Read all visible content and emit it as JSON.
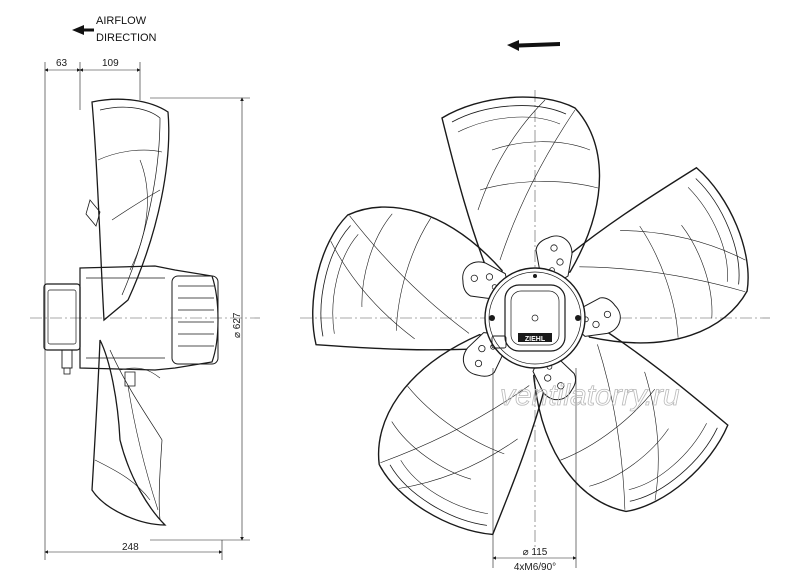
{
  "airflow": {
    "line1": "AIRFLOW",
    "line2": "DIRECTION"
  },
  "dimensions": {
    "hub_depth": "63",
    "blade_depth": "109",
    "overall_length": "248",
    "diameter": "⌀ 627",
    "hub_diameter": "⌀ 115",
    "mounting": "4xM6/90°"
  },
  "brand_badge": "ZIEHL",
  "watermark": "ventilatorry.ru",
  "colors": {
    "line": "#1a1a1a",
    "centerline": "#555555",
    "watermark": "#b9b9b9"
  },
  "icons": {
    "airflow_arrow": "arrow-left-icon",
    "rotation_arrow": "arrow-left-icon"
  }
}
